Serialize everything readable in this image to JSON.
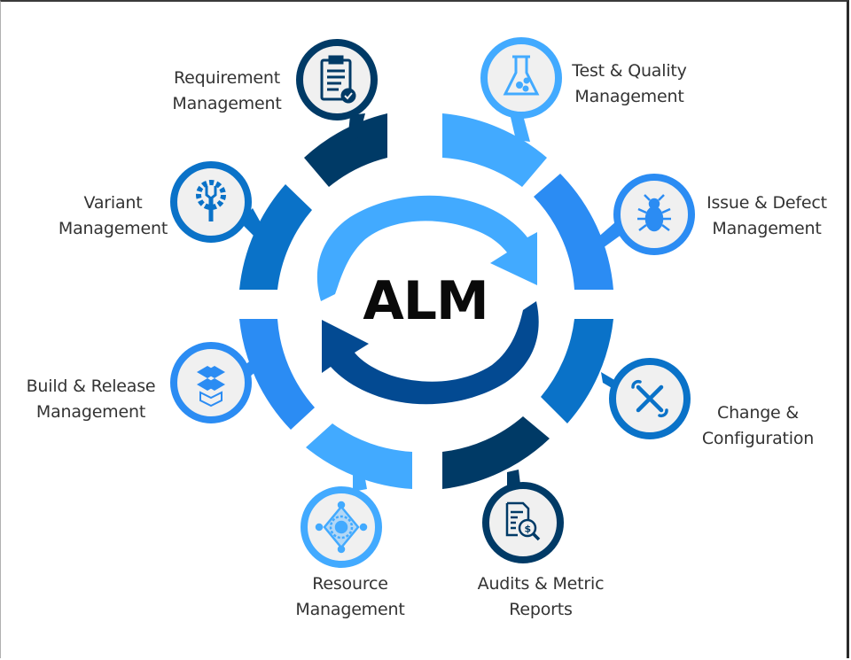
{
  "title": "ALM",
  "colors": {
    "navy": "#003a66",
    "light_blue": "#42aaff",
    "medium_blue": "#2b8cf3",
    "deep_blue": "#0a72c8",
    "arrow_light": "#42aaff",
    "arrow_dark": "#034a92",
    "icon_fill": "#f0f0f0",
    "text": "#333333"
  },
  "center": {
    "label": "ALM",
    "arrows": [
      "clockwise-arrow-top-light",
      "clockwise-arrow-bottom-dark"
    ]
  },
  "stages": [
    {
      "id": "requirement",
      "line1": "Requirement",
      "line2": "Management",
      "icon": "clipboard-checklist-icon",
      "color": "#003a66"
    },
    {
      "id": "test",
      "line1": "Test & Quality",
      "line2": "Management",
      "icon": "flask-icon",
      "color": "#42aaff"
    },
    {
      "id": "issue",
      "line1": "Issue & Defect",
      "line2": "Management",
      "icon": "bug-icon",
      "color": "#2b8cf3"
    },
    {
      "id": "change",
      "line1": "Change &",
      "line2": "Configuration",
      "icon": "wrench-screwdriver-icon",
      "color": "#0a72c8"
    },
    {
      "id": "audits",
      "line1": "Audits & Metric",
      "line2": "Reports",
      "icon": "document-dollar-search-icon",
      "color": "#003a66"
    },
    {
      "id": "resource",
      "line1": "Resource",
      "line2": "Management",
      "icon": "network-hub-icon",
      "color": "#42aaff"
    },
    {
      "id": "build",
      "line1": "Build & Release",
      "line2": "Management",
      "icon": "dropbox-boxes-icon",
      "color": "#2b8cf3"
    },
    {
      "id": "variant",
      "line1": "Variant",
      "line2": "Management",
      "icon": "gear-wrench-icon",
      "color": "#0a72c8"
    }
  ]
}
